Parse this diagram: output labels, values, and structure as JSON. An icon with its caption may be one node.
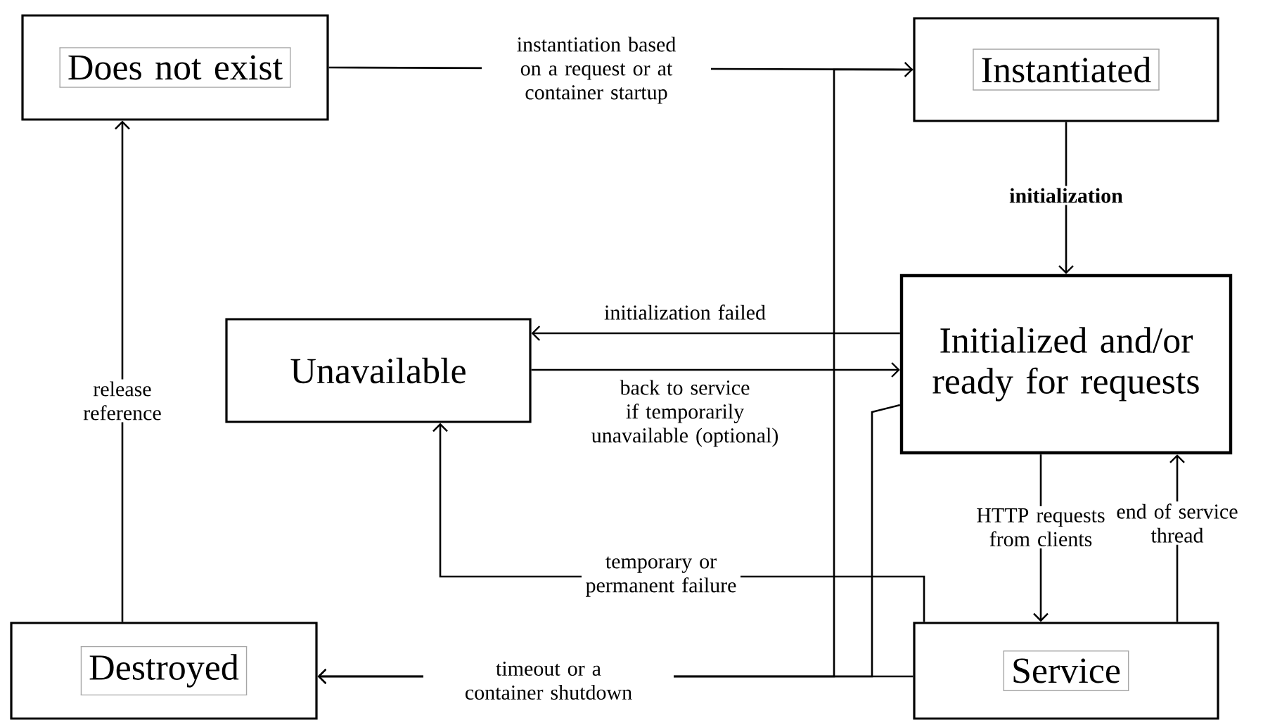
{
  "diagram": {
    "nodes": [
      {
        "text": [
          "Does not exist"
        ]
      },
      {
        "text": [
          "Instantiated"
        ]
      },
      {
        "text": [
          "Initialized and/or ready for requests"
        ]
      },
      {
        "text": [
          "Unavailable"
        ]
      },
      {
        "text": [
          "Destroyed"
        ]
      },
      {
        "text": [
          "Service"
        ]
      }
    ],
    "edges": [
      {
        "from": 0,
        "to": 1,
        "arrow": "to",
        "label": "instantiation based on a request or at container startup"
      },
      {
        "from": 1,
        "to": 2,
        "arrow": "to",
        "label": "initialization"
      },
      {
        "from": 2,
        "to": 3,
        "arrow": "to",
        "label": "initialization failed"
      },
      {
        "from": 3,
        "to": 2,
        "arrow": "to",
        "label": "back to service if temporarily unavailable (optional)"
      },
      {
        "from": 2,
        "to": 5,
        "arrow": "to",
        "label": "HTTP requests from clients"
      },
      {
        "from": 5,
        "to": 2,
        "arrow": "to",
        "label": "end of service thread"
      },
      {
        "from": 5,
        "to": 3,
        "arrow": "to",
        "label": "temporary or permanent failure"
      },
      {
        "from": 5,
        "to": 4,
        "arrow": "to",
        "label": "timeout or a container shutdown"
      },
      {
        "from": 1,
        "to": 4,
        "arrow": "to"
      },
      {
        "from": 2,
        "to": 4,
        "arrow": "to"
      },
      {
        "from": 4,
        "to": 0,
        "arrow": "to",
        "label": "release reference"
      }
    ]
  }
}
